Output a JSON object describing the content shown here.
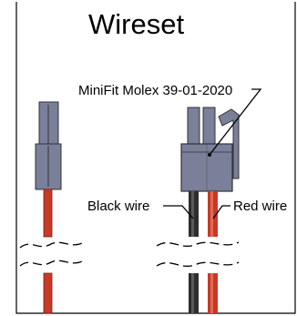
{
  "diagram": {
    "title": "Wireset",
    "labels": {
      "connector": "MiniFit Molex 39-01-2020",
      "black_wire": "Black wire",
      "red_wire": "Red wire"
    },
    "colors": {
      "connector_fill": "#7a7f9a",
      "connector_dark": "#5c6078",
      "wire_red": "#c73a28",
      "wire_red_dark": "#8e2518",
      "wire_black": "#2d2d2d",
      "wire_black_light": "#5a5a5a",
      "frame": "#000000"
    }
  }
}
